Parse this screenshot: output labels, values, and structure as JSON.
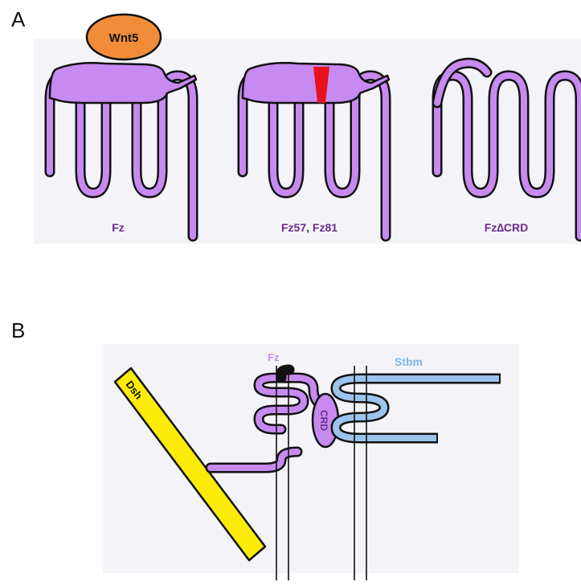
{
  "panel_a": {
    "letter": "A",
    "ligand": "Wnt5",
    "receptors": [
      {
        "label": "Fz"
      },
      {
        "label": "Fz57, Fz81"
      },
      {
        "label": "Fz∆CRD"
      }
    ]
  },
  "panel_b": {
    "letter": "B",
    "fz_label": "Fz",
    "stbm_label": "Stbm",
    "dsh_label": "Dsh",
    "crd_label": "CRD"
  },
  "colors": {
    "panel_bg": "#F4F4F8",
    "receptor_fill": "#C78AF0",
    "label_purple": "#6B2C8E",
    "wnt5_fill": "#F28C38",
    "mutation_red": "#E8121E",
    "stbm_fill": "#9CC3EC",
    "stbm_text": "#7EB6E6",
    "dsh_fill": "#FCEB06",
    "outline": "#111111"
  }
}
